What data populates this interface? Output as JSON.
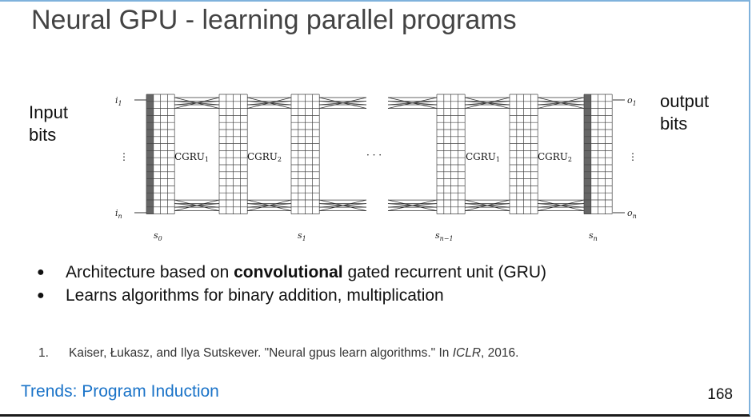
{
  "slide": {
    "title": "Neural GPU - learning parallel programs",
    "input_label_line1": "Input",
    "input_label_line2": "bits",
    "output_label_line1": "output",
    "output_label_line2": "bits",
    "bullets": [
      {
        "pre": "Architecture based on ",
        "bold": "convolutional",
        "post": " gated recurrent unit (GRU)"
      },
      {
        "pre": "Learns algorithms for binary addition, multiplication",
        "bold": "",
        "post": ""
      }
    ],
    "footnote": {
      "number": "1.",
      "text_pre": "Kaiser, Łukasz, and Ilya Sutskever. \"Neural gpus learn algorithms.\" In ",
      "venue": "ICLR",
      "text_post": ", 2016."
    },
    "footer_link": "Trends: Program Induction",
    "page_number": "168"
  },
  "diagram": {
    "input_top": "i",
    "input_top_sub": "1",
    "input_bottom": "i",
    "input_bottom_sub": "n",
    "output_top": "o",
    "output_top_sub": "1",
    "output_bottom": "o",
    "output_bottom_sub": "n",
    "left_vdots": "⋮",
    "right_vdots": "⋮",
    "middle_dots": "· · ·",
    "blocks": [
      {
        "label": "CGRU",
        "sub": "1"
      },
      {
        "label": "CGRU",
        "sub": "2"
      },
      {
        "label": "CGRU",
        "sub": "1"
      },
      {
        "label": "CGRU",
        "sub": "2"
      }
    ],
    "states": [
      {
        "label": "s",
        "sub": "0"
      },
      {
        "label": "s",
        "sub": "1"
      },
      {
        "label": "s",
        "sub": "n−1"
      },
      {
        "label": "s",
        "sub": "n"
      }
    ]
  }
}
